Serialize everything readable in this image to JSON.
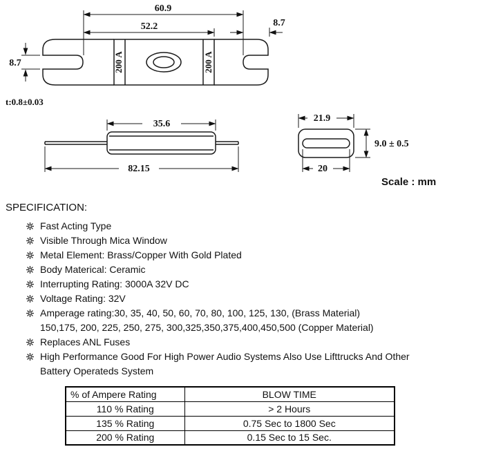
{
  "drawing": {
    "scale_label": "Scale : mm",
    "thickness_label": "t:0.8±0.03",
    "top_view": {
      "dim_overall": "60.9",
      "dim_body": "52.2",
      "dim_tab_right": "8.7",
      "dim_tab_left": "8.7",
      "marking_left": "200 A",
      "marking_right": "200 A"
    },
    "side_view": {
      "dim_body": "35.6",
      "dim_overall": "82.15"
    },
    "end_view": {
      "dim_width": "21.9",
      "dim_height": "9.0 ± 0.5",
      "dim_inner": "20"
    }
  },
  "specification": {
    "title": "SPECIFICATION:",
    "items": [
      "Fast Acting Type",
      "Visible Through Mica Window",
      "Metal Element: Brass/Copper With Gold Plated",
      "Body Materical: Ceramic",
      "Interrupting Rating: 3000A 32V DC",
      "Voltage Rating: 32V",
      "Amperage rating:30, 35, 40, 50, 60, 70, 80, 100, 125, 130, (Brass Material)\n150,175, 200, 225, 250, 275, 300,325,350,375,400,450,500 (Copper Material)",
      "Replaces ANL Fuses",
      "High Performance Good For High Power Audio Systems Also Use Lifttrucks And Other\nBattery Operateds System"
    ]
  },
  "table": {
    "headers": [
      "% of Ampere Rating",
      "BLOW TIME"
    ],
    "rows": [
      [
        "110 % Rating",
        "> 2 Hours"
      ],
      [
        "135 % Rating",
        "0.75 Sec to 1800 Sec"
      ],
      [
        "200 % Rating",
        "0.15 Sec to 15 Sec."
      ]
    ]
  }
}
